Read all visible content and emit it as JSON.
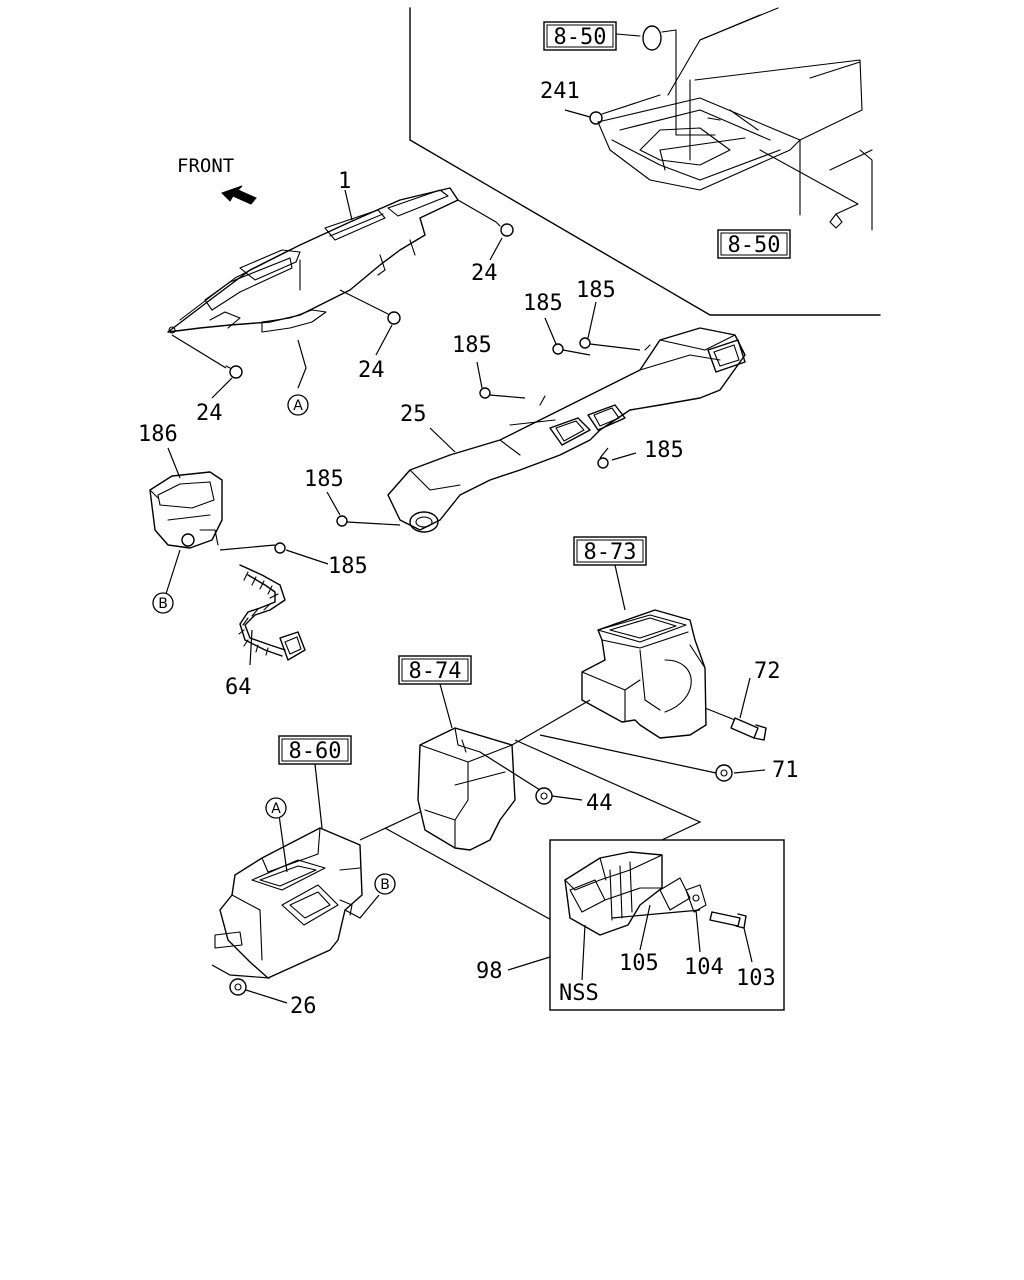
{
  "front_label": "FRONT",
  "refs": {
    "r8_50_top": "8-50",
    "r8_50_right": "8-50",
    "r8_73": "8-73",
    "r8_74": "8-74",
    "r8_60": "8-60"
  },
  "parts": {
    "p1": "1",
    "p24a": "24",
    "p24b": "24",
    "p24c": "24",
    "p241": "241",
    "p185a": "185",
    "p185b": "185",
    "p185c": "185",
    "p185d": "185",
    "p185e": "185",
    "p185f": "185",
    "p25": "25",
    "p186": "186",
    "p64": "64",
    "p72": "72",
    "p71": "71",
    "p44": "44",
    "p26": "26",
    "p98": "98",
    "p105": "105",
    "p104": "104",
    "p103": "103",
    "nss": "NSS"
  },
  "markers": {
    "a1": "A",
    "a2": "A",
    "b1": "B",
    "b2": "B"
  }
}
